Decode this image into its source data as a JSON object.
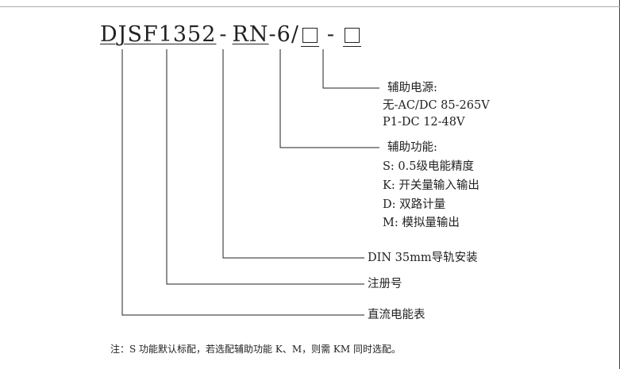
{
  "model": {
    "part_djsf": "DJSF",
    "part_1352": "1352",
    "sep1": "-",
    "part_rn": "RN",
    "part_6": "-6/",
    "sep2": "-"
  },
  "groups": {
    "aux_power": {
      "title": "辅助电源:",
      "items": [
        "无-AC/DC 85-265V",
        "P1-DC 12-48V"
      ]
    },
    "aux_function": {
      "title": "辅助功能:",
      "items": [
        "S: 0.5级电能精度",
        "K: 开关量输入输出",
        "D: 双路计量",
        "M: 模拟量输出"
      ]
    },
    "din": "DIN 35mm导轨安装",
    "reg": "注册号",
    "meter": "直流电能表"
  },
  "note": "注：S 功能默认标配，若选配辅助功能 K、M，则需 KM 同时选配。",
  "colors": {
    "line": "#222222",
    "text": "#222222"
  }
}
